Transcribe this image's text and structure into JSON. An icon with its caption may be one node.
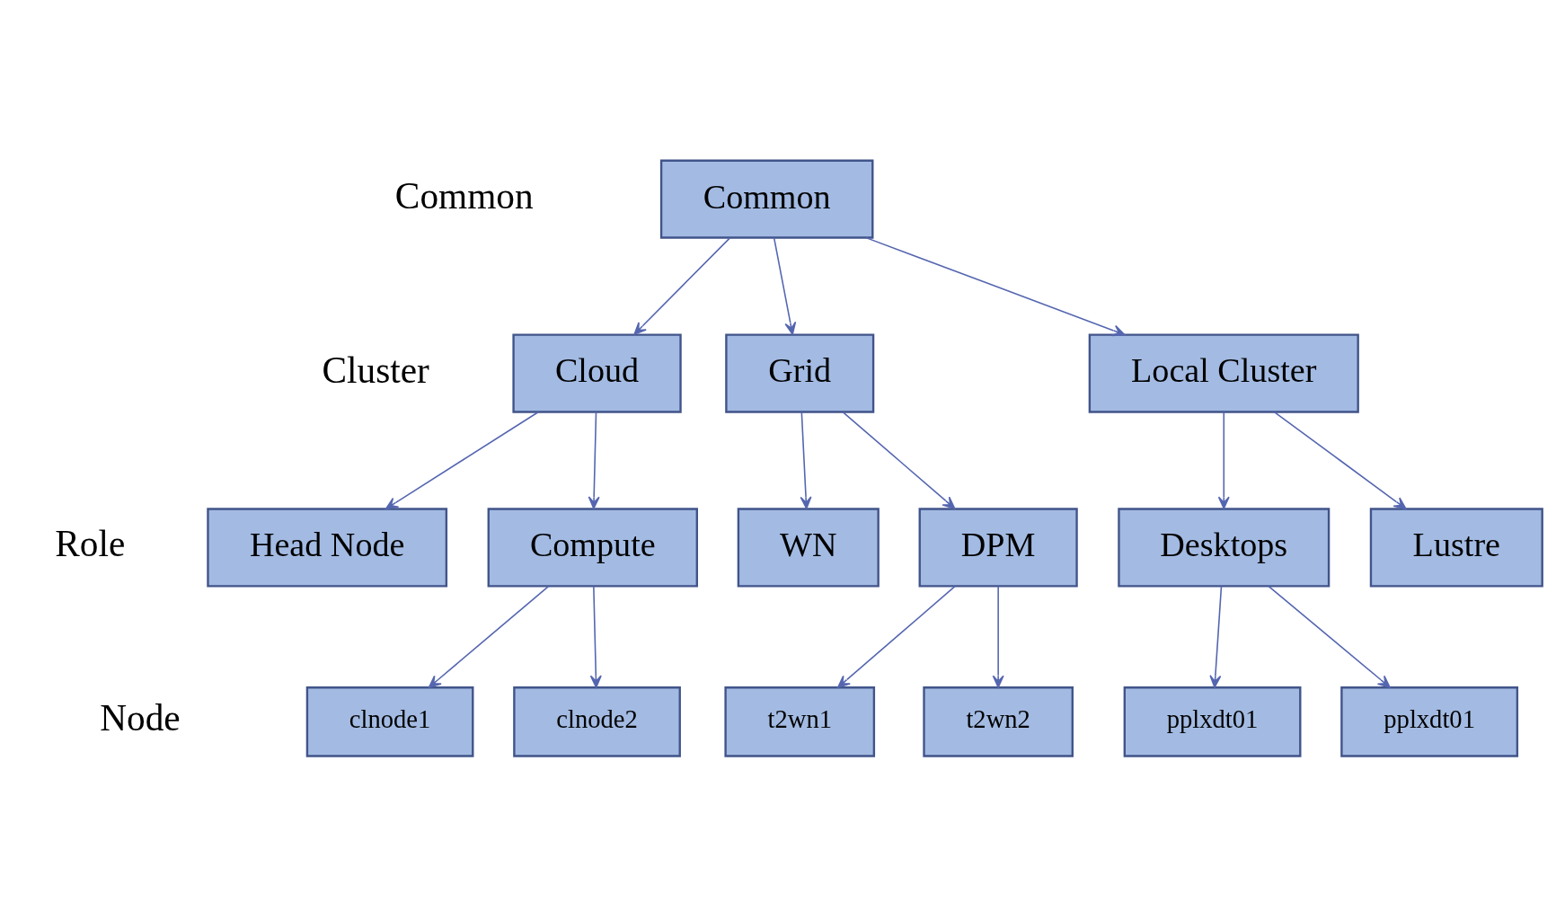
{
  "diagram": {
    "nodes": [
      {
        "text": [
          "Common"
        ]
      },
      {
        "text": [
          "Grid"
        ]
      },
      {
        "text": [
          "Local Cluster"
        ]
      },
      {
        "text": [
          "Cloud"
        ]
      },
      {
        "text": [
          "WN"
        ]
      },
      {
        "text": [
          "DPM"
        ]
      },
      {
        "text": [
          "Lustre"
        ]
      },
      {
        "text": [
          "Desktops"
        ]
      },
      {
        "text": [
          "Head Node"
        ]
      },
      {
        "text": [
          "Compute"
        ]
      },
      {
        "text": [
          "t2wn1"
        ]
      },
      {
        "text": [
          "t2wn2"
        ]
      },
      {
        "text": [
          "pplxdt01"
        ]
      },
      {
        "text": [
          "pplxdt01"
        ]
      },
      {
        "text": [
          "clnode1"
        ]
      },
      {
        "text": [
          "clnode2"
        ]
      }
    ],
    "edges": [
      {
        "from": 0,
        "to": 1,
        "arrow": "to"
      },
      {
        "from": 0,
        "to": 2,
        "arrow": "to"
      },
      {
        "from": 0,
        "to": 3,
        "arrow": "to"
      },
      {
        "from": 1,
        "to": 4,
        "arrow": "to"
      },
      {
        "from": 1,
        "to": 5,
        "arrow": "to"
      },
      {
        "from": 2,
        "to": 6,
        "arrow": "to"
      },
      {
        "from": 2,
        "to": 7,
        "arrow": "to"
      },
      {
        "from": 3,
        "to": 8,
        "arrow": "to"
      },
      {
        "from": 3,
        "to": 9,
        "arrow": "to"
      },
      {
        "from": 5,
        "to": 10,
        "arrow": "to"
      },
      {
        "from": 5,
        "to": 11,
        "arrow": "to"
      },
      {
        "from": 7,
        "to": 12,
        "arrow": "to"
      },
      {
        "from": 7,
        "to": 13,
        "arrow": "to"
      },
      {
        "from": 9,
        "to": 14,
        "arrow": "to"
      },
      {
        "from": 9,
        "to": 15,
        "arrow": "to"
      }
    ],
    "labels": [
      "Common",
      "Cluster",
      "Role",
      "Node"
    ]
  }
}
